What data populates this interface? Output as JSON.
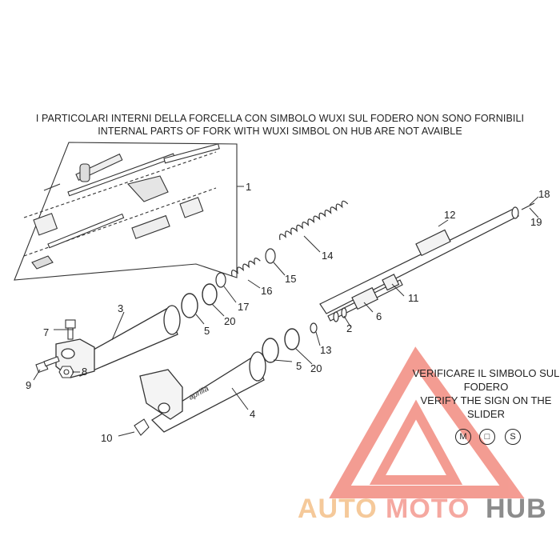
{
  "notes": {
    "italian": "I PARTICOLARI INTERNI DELLA FORCELLA CON SIMBOLO WUXI SUL FODERO NON SONO FORNIBILI",
    "english": "INTERNAL PARTS OF FORK WITH WUXI SIMBOL ON HUB ARE NOT AVAIBLE"
  },
  "callouts": [
    "1",
    "2",
    "3",
    "4",
    "5",
    "5",
    "6",
    "7",
    "8",
    "9",
    "10",
    "11",
    "12",
    "13",
    "14",
    "15",
    "16",
    "17",
    "18",
    "19",
    "20",
    "20"
  ],
  "brand_label": "aprilia",
  "verify": {
    "italian": "VERIFICARE IL SIMBOLO SUL FODERO",
    "english": "VERIFY THE SIGN ON THE SLIDER",
    "symbols": [
      "M",
      "□",
      "S"
    ]
  },
  "watermark": {
    "part1": "AUTO",
    "part2": "MOTO",
    "part3": "HUB",
    "colors": {
      "part1": "#f5c99a",
      "part2": "#f5a8a0",
      "part3": "#8c8c8c",
      "triangle": "#f28b80"
    }
  }
}
